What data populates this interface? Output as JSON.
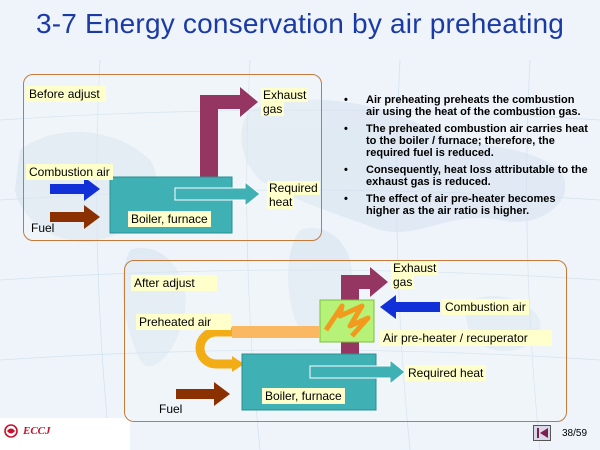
{
  "title": "3-7 Energy conservation by air preheating",
  "before": {
    "label": "Before adjust",
    "exhaust": [
      "Exhaust",
      "gas"
    ],
    "combustion_air": "Combustion air",
    "fuel": "Fuel",
    "boiler": "Boiler, furnace",
    "required_heat": [
      "Required",
      "heat"
    ]
  },
  "bullets": [
    "Air preheating preheats the combustion air using the heat of the combustion gas.",
    "The preheated combustion air carries heat to the boiler / furnace; therefore, the required fuel is reduced.",
    "Consequently, heat loss attributable to the exhaust gas is reduced.",
    "The effect of air pre-heater becomes higher as the air ratio is higher."
  ],
  "after": {
    "label": "After adjust",
    "exhaust": [
      "Exhaust",
      "gas"
    ],
    "combustion_air": "Combustion air",
    "preheated_air": "Preheated air",
    "air_preheater": "Air pre-heater / recuperator",
    "required_heat": "Required heat",
    "boiler": "Boiler, furnace",
    "fuel": "Fuel"
  },
  "footer": {
    "logo": "ECCJ",
    "page": "38/59"
  },
  "colors": {
    "title": "#1a3aa6",
    "boiler": "#3fb1b5",
    "exhaust": "#943661",
    "combustion_air": "#1230d8",
    "fuel": "#8b3000",
    "preheated_air": "#f9b861",
    "preheater_box": "#b5f277"
  }
}
